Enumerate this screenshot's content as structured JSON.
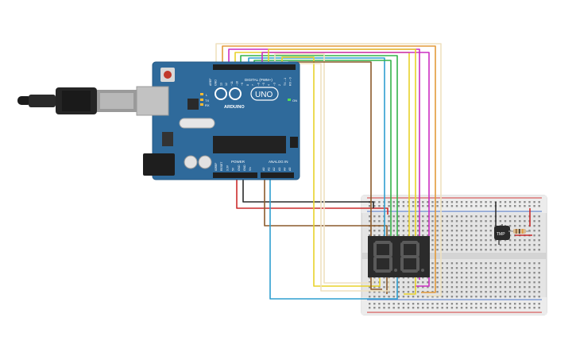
{
  "board": {
    "brand": "ARDUINO",
    "model": "UNO",
    "digital_label": "DIGITAL (PWM~)",
    "power_label": "POWER",
    "analog_label": "ANALOG IN",
    "l_label": "L",
    "tx_label": "TX",
    "rx_label": "RX",
    "on_label": "ON",
    "digital_pins": [
      "AREF",
      "GND",
      "13",
      "12",
      "~11",
      "~10",
      "~9",
      "8",
      "7",
      "~6",
      "~5",
      "4",
      "~3",
      "2",
      "TX→1",
      "RX←0"
    ],
    "power_pins": [
      "IOREF",
      "RESET",
      "3.3V",
      "5V",
      "GND",
      "GND",
      "Vin"
    ],
    "analog_pins": [
      "A0",
      "A1",
      "A2",
      "A3",
      "A4",
      "A5"
    ]
  },
  "sensor": {
    "label": "TMP"
  },
  "colors": {
    "board": "#2f6a9b",
    "wire_red": "#cc2b2b",
    "wire_black": "#2a2a2a",
    "wire_brown": "#8b5a2b",
    "wire_yellow": "#e8d22a",
    "wire_green": "#35b34a",
    "wire_magenta": "#cc2ec2",
    "wire_blue": "#2f9fd0",
    "wire_cream": "#efe1bf",
    "wire_orange": "#e39a3a"
  }
}
